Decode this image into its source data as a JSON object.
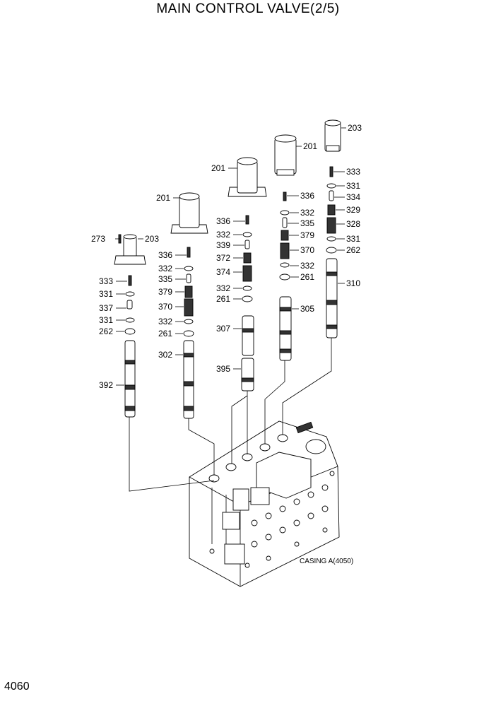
{
  "title": "MAIN CONTROL VALVE(2/5)",
  "page_number": "4060",
  "casing_label": "CASING A(4050)",
  "callouts": [
    "273",
    "203",
    "333",
    "331",
    "337",
    "331",
    "262",
    "392",
    "201",
    "336",
    "332",
    "335",
    "379",
    "370",
    "332",
    "261",
    "302",
    "201",
    "336",
    "332",
    "339",
    "372",
    "374",
    "332",
    "261",
    "307",
    "395",
    "201",
    "336",
    "332",
    "335",
    "379",
    "370",
    "332",
    "261",
    "305",
    "203",
    "333",
    "331",
    "334",
    "329",
    "328",
    "331",
    "262",
    "310"
  ]
}
